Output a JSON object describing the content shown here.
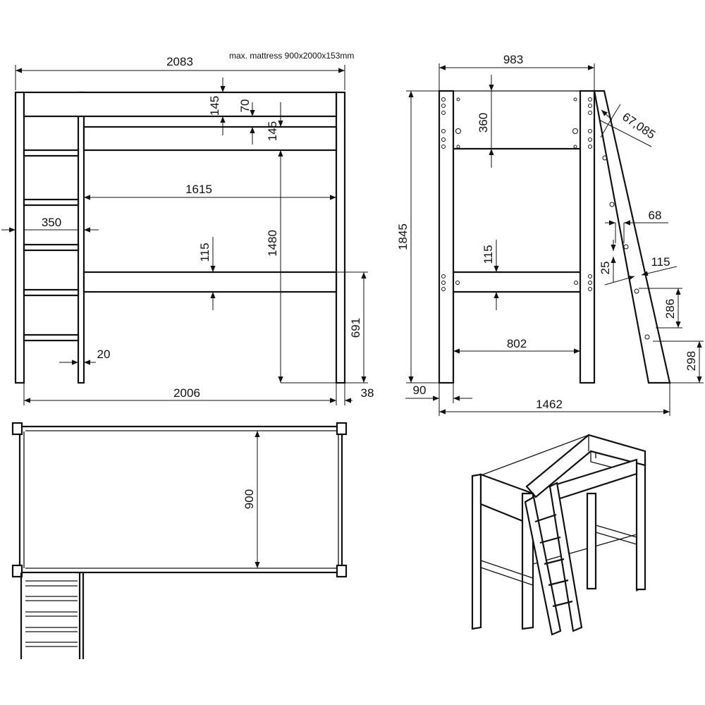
{
  "note": "max. mattress 900x2000x153mm",
  "side_view": {
    "overall_length": "2083",
    "top_rail_height": "145",
    "rail_gap": "70",
    "second_rail_height": "145",
    "inner_length": "1615",
    "ladder_width": "350",
    "lower_rail_height": "115",
    "guard_height": "1480",
    "lower_rail_floor": "691",
    "ladder_offset": "20",
    "base_length": "2006",
    "post_width": "38"
  },
  "end_view": {
    "overall_width": "983",
    "headboard_height": "360",
    "overall_height": "1845",
    "lower_rail_height": "115",
    "inner_width": "802",
    "post_depth": "90",
    "total_depth": "1462",
    "ladder_angle": "67,085",
    "rung_depth": "68",
    "rung_offset": "25",
    "rung_height": "115",
    "rung_spacing": "286",
    "first_rung_height": "298"
  },
  "top_view": {
    "mattress_width": "900"
  },
  "colors": {
    "line": "#111111",
    "background": "#ffffff"
  }
}
